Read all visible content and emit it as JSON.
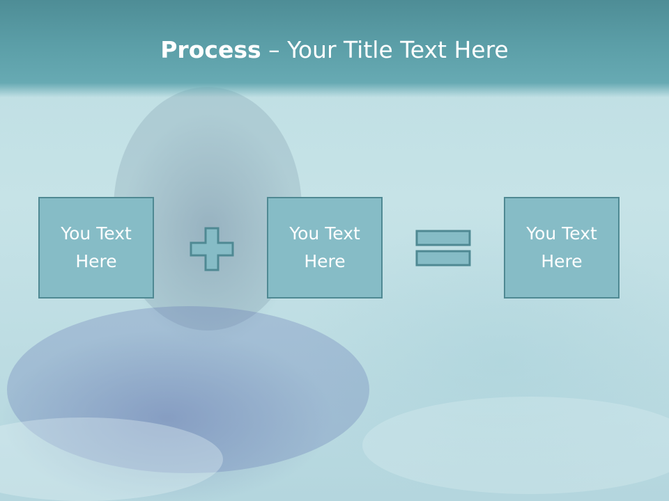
{
  "title": {
    "bold": "Process",
    "rest": " – Your Title Text Here"
  },
  "boxes": [
    {
      "label": "You Text Here"
    },
    {
      "label": "You Text Here"
    },
    {
      "label": "You Text Here"
    }
  ],
  "operators": [
    "plus-icon",
    "equals-icon"
  ],
  "colors": {
    "header": "#5b9ea7",
    "box_fill": "#86bcc6",
    "box_border": "#4f8993",
    "text": "#ffffff"
  }
}
